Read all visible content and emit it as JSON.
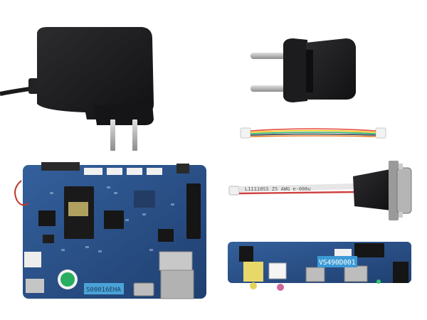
{
  "photo": {
    "subject": "",
    "colors": {
      "background": "#ffffff",
      "adapter_black": "#1b1b1d",
      "pcb_blue": "#2a4f86",
      "pcb_dark": "#1d3a66",
      "metal": "#b9b9b9",
      "cable_red": "#d04040",
      "cable_grey": "#e6e6e6"
    },
    "labels": {
      "board_sticker": "S00016EHA",
      "io_board_sticker": "VS490D001",
      "cable_print": "L11110SS  ZS AWG  e-000u"
    }
  }
}
